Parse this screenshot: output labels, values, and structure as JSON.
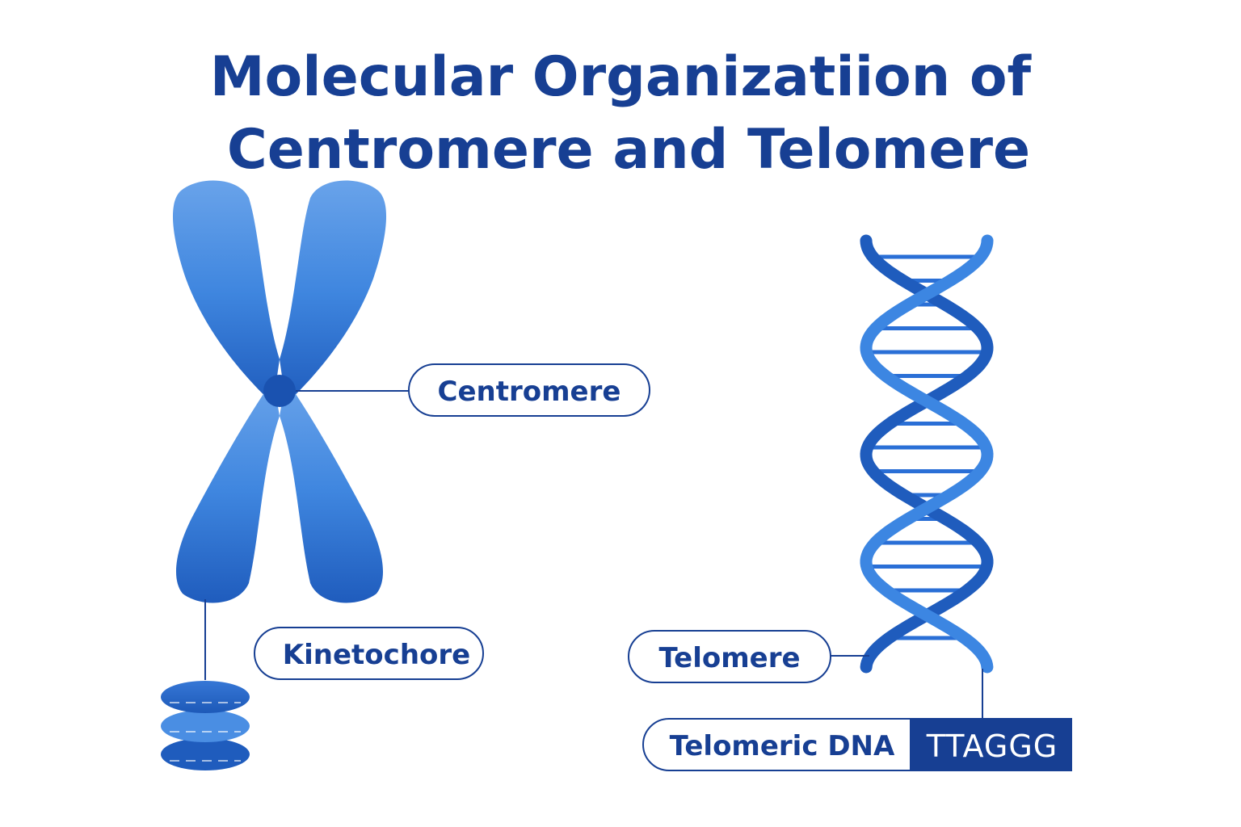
{
  "title": {
    "line1": "Molecular Organizatiion of",
    "line2": "Centromere and Telomere"
  },
  "labels": {
    "centromere": "Centromere",
    "kinetochore": "Kinetochore",
    "telomere": "Telomere",
    "telomeric_dna": "Telomeric DNA",
    "telomeric_sequence": "TTAGGG"
  },
  "colors": {
    "title": "#173f93",
    "chromosome_light": "#5a9ae6",
    "chromosome_dark": "#1f5fbf",
    "centromere_dot": "#1a52b0",
    "helix": "#2a6fd6",
    "sequence_box": "#173f93"
  }
}
